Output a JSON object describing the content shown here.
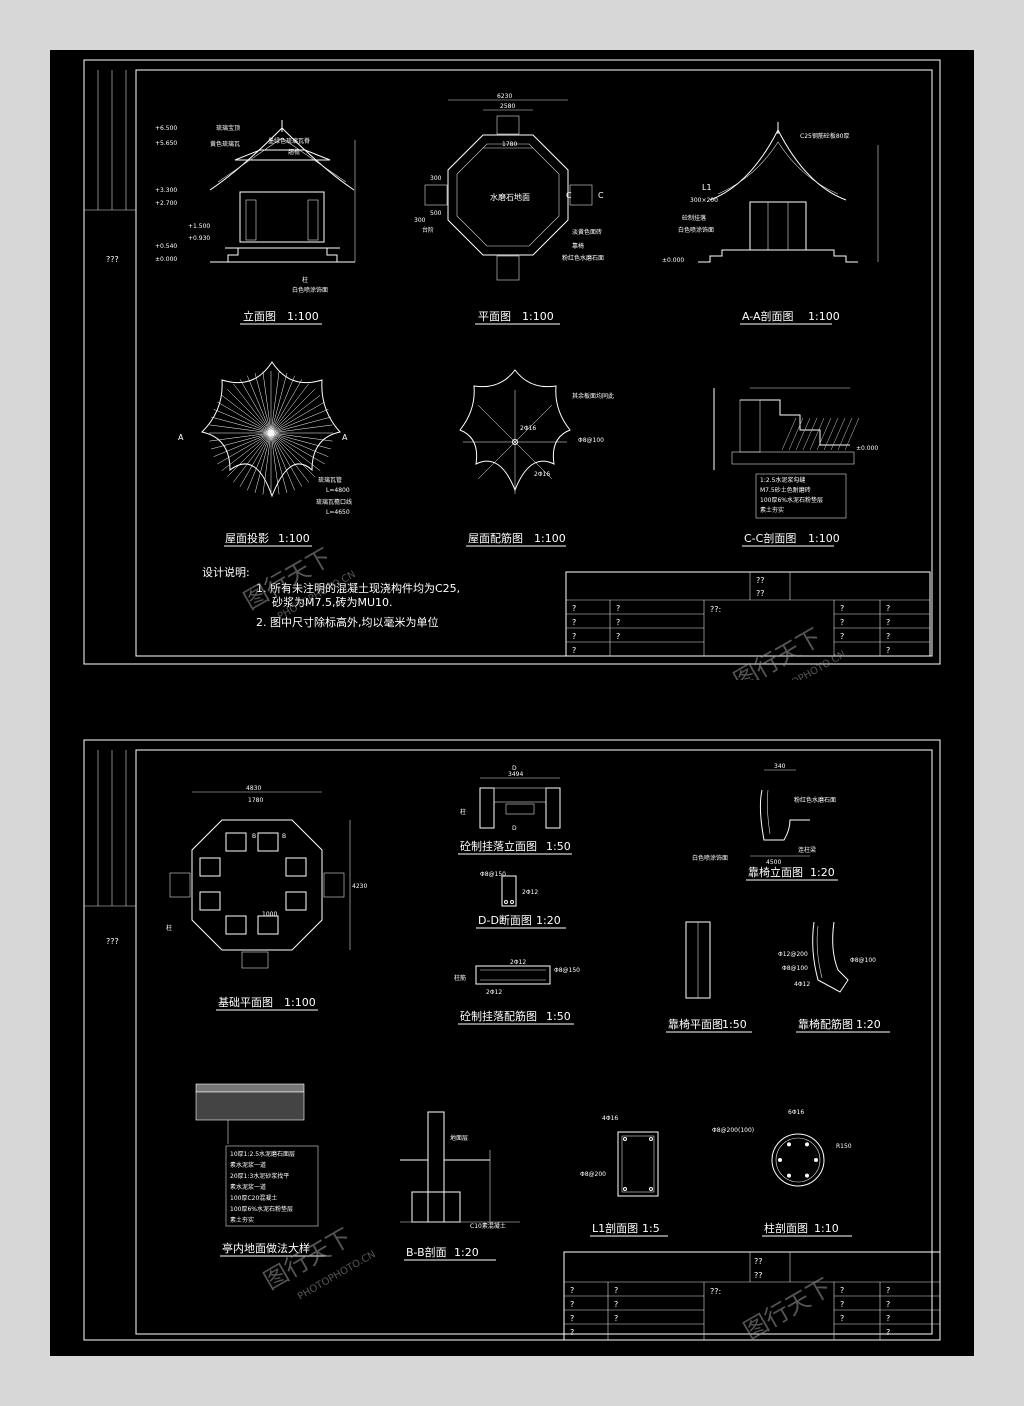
{
  "sheet1": {
    "side_label": "???",
    "views": {
      "elevation": {
        "caption": "立面图",
        "scale": "1:100",
        "levels": [
          "+6.500",
          "+5.650",
          "+3.300",
          "+2.700",
          "+1.500",
          "+0.930",
          "+0.540",
          "±0.000"
        ],
        "notes": [
          "琉璃宝顶",
          "墨绿色琉璃瓦脊",
          "黄色琉璃瓦",
          "翘檐",
          "柱",
          "白色喷涂饰面"
        ]
      },
      "plan": {
        "caption": "平面图",
        "scale": "1:100",
        "dims": [
          "6230",
          "2580",
          "1780",
          "300",
          "500",
          "300"
        ],
        "notes": [
          "水磨石地面",
          "台阶",
          "淡黄色面砖",
          "靠椅",
          "粉红色水磨石面"
        ],
        "markers": [
          "C",
          "C"
        ]
      },
      "section_aa": {
        "caption": "A-A剖面图",
        "scale": "1:100",
        "notes": [
          "C25钢筋砼板80厚",
          "L1",
          "300×200",
          "砼制挂落",
          "白色喷涂饰面"
        ],
        "levels": [
          "±0.000"
        ]
      },
      "roof": {
        "caption": "屋面投影",
        "scale": "1:100",
        "notes": [
          "琉璃瓦管",
          "L=4800",
          "琉璃瓦檐口线",
          "L=4650"
        ],
        "markers": [
          "A",
          "A"
        ]
      },
      "rebar": {
        "caption": "屋面配筋图",
        "scale": "1:100",
        "notes": [
          "其余板面均同此",
          "2Φ16",
          "Φ8@100",
          "2Φ16"
        ]
      },
      "section_cc": {
        "caption": "C-C剖面图",
        "scale": "1:100",
        "levels": [
          "±0.000"
        ],
        "layers": [
          "1:2.5水泥浆勾缝",
          "M7.5砂土色耐磨砖",
          "100厚6%水泥石粉垫层",
          "素土夯实"
        ]
      }
    },
    "notes_title": "设计说明:",
    "notes": [
      "1. 所有未注明的混凝土现浇构件均为C25,",
      "砂浆为M7.5,砖为MU10.",
      "2. 图中尺寸除标高外,均以毫米为单位"
    ],
    "title_block": {
      "right_top": "??",
      "right_mid": "??",
      "center": "??:",
      "cells": [
        "?",
        "?",
        "?",
        "?",
        "?",
        "?",
        "?",
        "?",
        "?",
        "?",
        "?",
        "?",
        "?",
        "?"
      ]
    }
  },
  "sheet2": {
    "side_label": "???",
    "views": {
      "foundation": {
        "caption": "基础平面图",
        "scale": "1:100",
        "dims": [
          "4830",
          "1780",
          "4230",
          "1000"
        ],
        "notes": [
          "柱"
        ],
        "markers": [
          "B",
          "B"
        ]
      },
      "hanging_elev": {
        "caption": "砼制挂落立面图",
        "scale": "1:50",
        "notes": [
          "柱",
          "D",
          "D",
          "3494"
        ]
      },
      "section_dd": {
        "caption": "D-D断面图",
        "scale": "1:20",
        "notes": [
          "Φ8@150",
          "2Φ12"
        ]
      },
      "hanging_rebar": {
        "caption": "砼制挂落配筋图",
        "scale": "1:50",
        "notes": [
          "柱筋",
          "2Φ12",
          "Φ8@150",
          "2Φ12"
        ]
      },
      "bench_elev": {
        "caption": "靠椅立面图",
        "scale": "1:20",
        "notes": [
          "粉红色水磨石面",
          "白色喷涂饰面",
          "连柱梁",
          "340",
          "4500"
        ]
      },
      "bench_plan": {
        "caption": "靠椅平面图",
        "scale": "1:50"
      },
      "bench_rebar": {
        "caption": "靠椅配筋图",
        "scale": "1:20",
        "notes": [
          "Φ12@200",
          "Φ8@100",
          "4Φ12",
          "Φ8@100"
        ]
      },
      "floor_detail": {
        "caption": "亭内地面做法大样",
        "layers": [
          "10厚1:2.5水泥磨石面层",
          "素水泥浆一道",
          "20厚1:3水泥砂浆找平",
          "素水泥浆一道",
          "100厚C20混凝土",
          "100厚6%水泥石粉垫层",
          "素土夯实"
        ]
      },
      "section_bb": {
        "caption": "B-B剖面",
        "scale": "1:20",
        "notes": [
          "地面层",
          "C10素混凝土"
        ]
      },
      "l1_section": {
        "caption": "L1剖面图",
        "scale": "1:5",
        "notes": [
          "4Φ16",
          "Φ8@200"
        ]
      },
      "column_section": {
        "caption": "柱剖面图",
        "scale": "1:10",
        "notes": [
          "6Φ16",
          "Φ8@200(100)",
          "R150"
        ]
      }
    },
    "title_block": {
      "right_top": "??",
      "right_mid": "??",
      "center": "??:",
      "cells": [
        "?",
        "?",
        "?",
        "?",
        "?",
        "?",
        "?",
        "?",
        "?",
        "?",
        "?",
        "?",
        "?",
        "?"
      ]
    }
  },
  "watermark": {
    "logo": "图行天下",
    "url": "PHOTOPHOTO.CN"
  },
  "colors": {
    "background": "#000000",
    "lines": "#ffffff",
    "page": "#d7d7d7"
  }
}
